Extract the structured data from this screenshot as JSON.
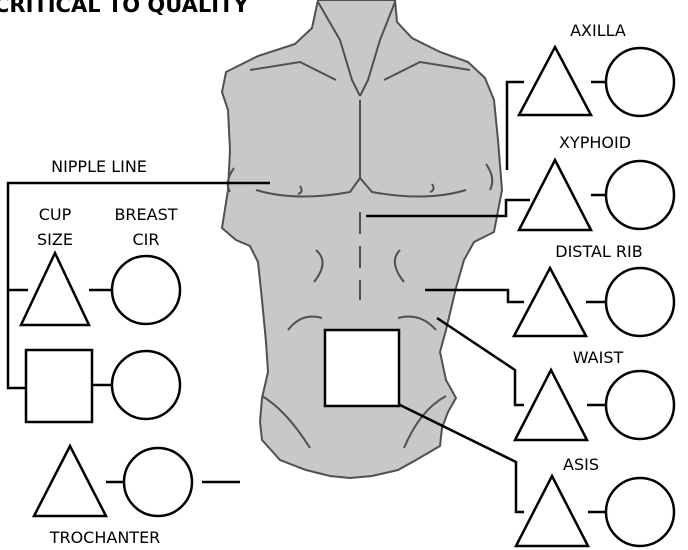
{
  "title": "CRITICAL TO QUALITY",
  "labels": {
    "axilla": "AXILLA",
    "xyphoid": "XYPHOID",
    "distal_rib": "DISTAL RIB",
    "waist": "WAIST",
    "asis": "ASIS",
    "nipple_line": "NIPPLE LINE",
    "cup_size_1": "CUP",
    "cup_size_2": "SIZE",
    "breast_cir_1": "BREAST",
    "breast_cir_2": "CIR",
    "trochanter": "TROCHANTER"
  },
  "colors": {
    "torso_fill": "#c8c8c8",
    "torso_outline": "#505050",
    "lines": "#000000"
  }
}
